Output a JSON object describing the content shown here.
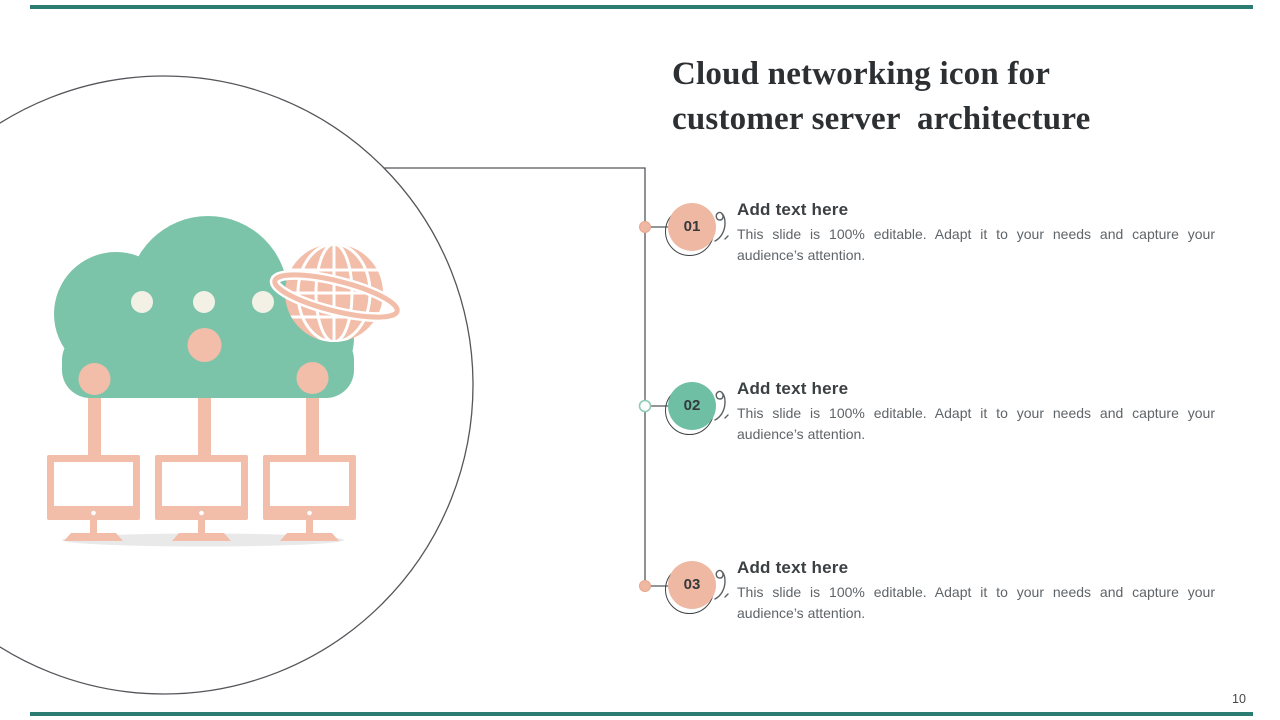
{
  "title": "Cloud networking icon for\ncustomer server  architecture",
  "items": [
    {
      "number": "01",
      "heading": "Add text here",
      "body": "This slide is 100% editable. Adapt it to your needs and capture your audience’s attention.",
      "accent": "#EFB8A3",
      "dot_style": "filled-pink"
    },
    {
      "number": "02",
      "heading": "Add text here",
      "body": "This slide is 100% editable. Adapt it to your needs and capture your audience’s attention.",
      "accent": "#6FBFA4",
      "dot_style": "ring-teal"
    },
    {
      "number": "03",
      "heading": "Add text here",
      "body": "This slide is 100% editable. Adapt it to your needs and capture your audience’s attention.",
      "accent": "#EFB8A3",
      "dot_style": "filled-pink"
    }
  ],
  "page_number": "10",
  "icons": [
    "cloud-icon",
    "globe-icon",
    "monitor-icon",
    "network-node-icon",
    "curl-decoration-icon"
  ],
  "colors": {
    "cloud_teal": "#7BC4A9",
    "badge_teal": "#6FBFA4",
    "pink": "#EFB8A3",
    "globe_pink": "#F2BDA9",
    "cream_dot": "#F3F1E6",
    "connector_line": "#54565A",
    "accent_bar": "#2B7D72",
    "shadow_gray": "#E9E9E9",
    "title_text": "#2D3033",
    "heading_text": "#3B4043",
    "body_text": "#5F6468"
  }
}
